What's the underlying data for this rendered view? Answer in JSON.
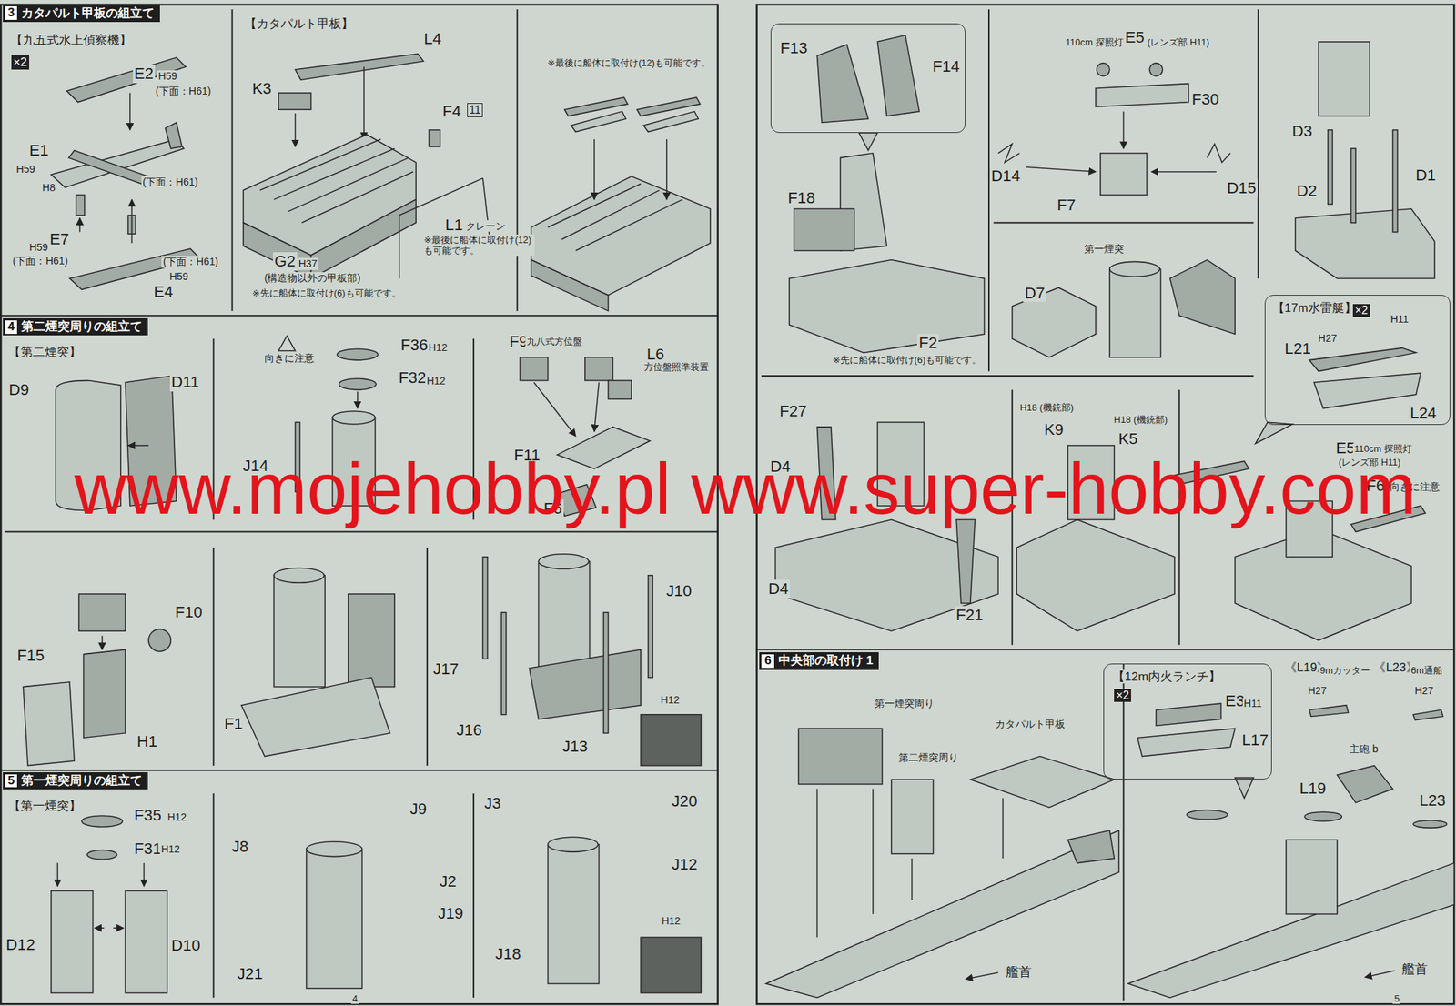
{
  "diagram": {
    "nodes": [
      {
        "text": [
          "3",
          "カタパルト甲板の組立て"
        ]
      },
      {
        "text": [
          "4",
          "第二煙突周りの組立て"
        ]
      },
      {
        "text": [
          "5",
          "第一煙突周りの組立て"
        ]
      },
      {
        "text": [
          "F13",
          "F14"
        ]
      },
      {
        "text": [
          "【17m水雷艇】"
        ]
      },
      {
        "text": [
          "6",
          "中央部の取付け 1"
        ]
      },
      {
        "text": [
          "【12m内火ランチ】"
        ]
      }
    ],
    "labels": [
      "【九五式水上偵察機】",
      "×2",
      "E2",
      "H59",
      "(下面：H61)",
      "E1",
      "H59",
      "H8",
      "(下面：H61)",
      "E7",
      "H59",
      "(下面：H61)",
      "(下面：H61)",
      "H59",
      "E4",
      "【カタパルト甲板】",
      "L4",
      "K3",
      "F4",
      "11",
      "L1",
      "クレーン",
      "※最後に船体に取付け(12)も可能です。",
      "G2",
      "H37",
      "(構造物以外の甲板部)",
      "※先に船体に取付け(6)も可能です。",
      "※最後に船体に取付け(12)も可能です。",
      "【第二煙突】",
      "D9",
      "D11",
      "向きに注意",
      "F36",
      "H12",
      "F32",
      "H12",
      "J14",
      "F9",
      "九八式方位盤",
      "L6",
      "方位盤照準装置",
      "F11",
      "F6",
      "F10",
      "F15",
      "H1",
      "F1",
      "J17",
      "J16",
      "J13",
      "J10",
      "H12",
      "【第一煙突】",
      "F35",
      "H12",
      "F31",
      "H12",
      "D12",
      "D10",
      "J8",
      "J9",
      "J2",
      "J19",
      "J21",
      "J3",
      "J20",
      "J12",
      "J18",
      "H12",
      "4",
      "110cm 探照灯",
      "E5",
      "(レンズ部 H11)",
      "F30",
      "D14",
      "D15",
      "F7",
      "F18",
      "F2",
      "※先に船体に取付け(6)も可能です。",
      "第一煙突",
      "D7",
      "D3",
      "D2",
      "D1",
      "×2",
      "H11",
      "H27",
      "L21",
      "L24",
      "F27",
      "D4",
      "D4",
      "F21",
      "H18 (機銃部)",
      "K9",
      "H18 (機銃部)",
      "K5",
      "E5",
      "110cm 探照灯",
      "(レンズ部 H11)",
      "F6",
      "向きに注意",
      "第一煙突周り",
      "第二煙突周り",
      "カタパルト甲板",
      "艦首",
      "×2",
      "E3",
      "H11",
      "L17",
      "《L19》",
      "9mカッター",
      "《L23》",
      "6m通船",
      "H27",
      "H27",
      "主砲 b",
      "L19",
      "L23",
      "艦首",
      "5",
      "www.mojehobby.pl www.super-hobby.com"
    ]
  }
}
